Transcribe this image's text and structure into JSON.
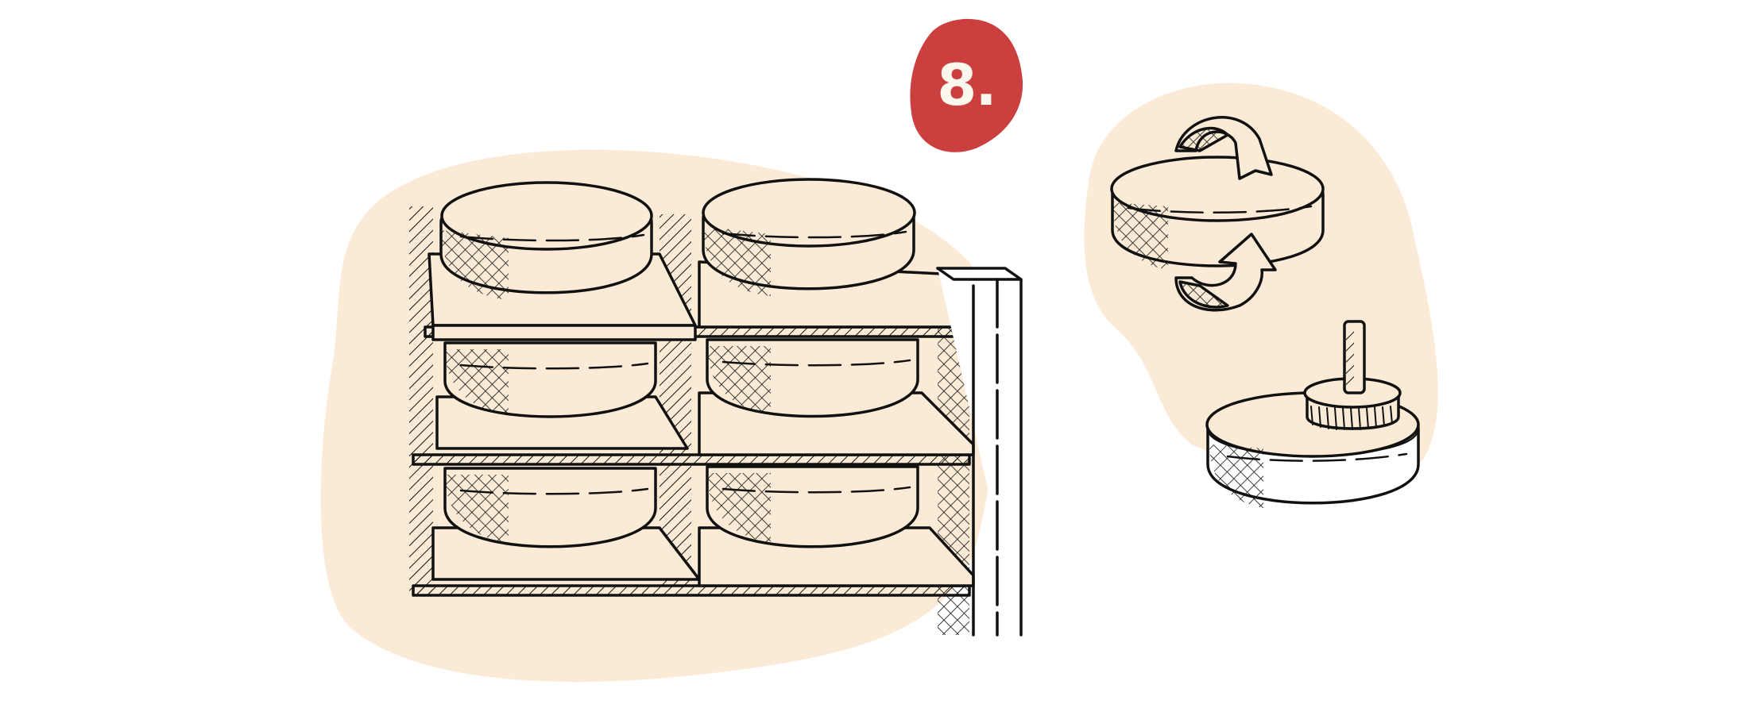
{
  "step": {
    "label": "8.",
    "badge_color": "#cc3f3f",
    "text_color": "#fdf8ee"
  },
  "illustration": {
    "background_blob_color": "#fbebd6",
    "line_color": "#111111",
    "panels": [
      {
        "name": "cheese-aging-shelves",
        "description": "Six cheese wheels aging on wooden shelves"
      },
      {
        "name": "cheese-turning",
        "description": "Cheese wheel with circular rotate arrows"
      },
      {
        "name": "cheese-brushing",
        "description": "Cheese wheel being brushed with a round brush"
      }
    ]
  }
}
